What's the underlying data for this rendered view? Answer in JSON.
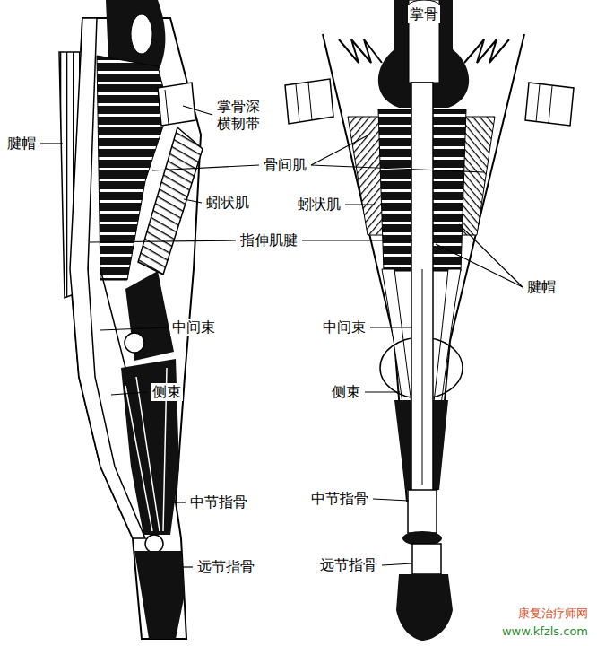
{
  "diagram": {
    "labels": [
      "掌骨",
      "掌骨深 横韧带",
      "腱帽",
      "骨间肌",
      "蚓状肌",
      "蚓状肌",
      "指伸肌腱",
      "腱帽",
      "中间束",
      "中间束",
      "侧束",
      "侧束",
      "中节指骨",
      "中节指骨",
      "远节指骨",
      "远节指骨",
      "康复治疗师网",
      "www.kfzls.com"
    ]
  }
}
